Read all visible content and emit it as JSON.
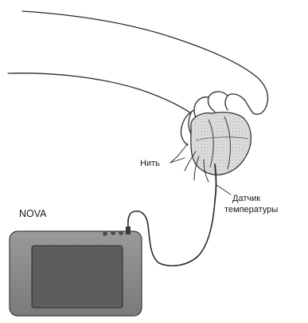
{
  "labels": {
    "device": "NOVA",
    "thread": "Нить",
    "sensor_line1": "Датчик",
    "sensor_line2": "температуры"
  },
  "parts": {
    "hand": "hand-drawing",
    "wrapped_object": "wool-covered-object",
    "thread_strands": "thread-strands",
    "sensor_cable": "sensor-cable",
    "data_logger": "data-logger-device"
  },
  "colors": {
    "line": "#2a2a2a",
    "device_body": "#8a8a8a",
    "device_screen": "#5e5e5e",
    "wool_fill": "#cfcfcf"
  }
}
